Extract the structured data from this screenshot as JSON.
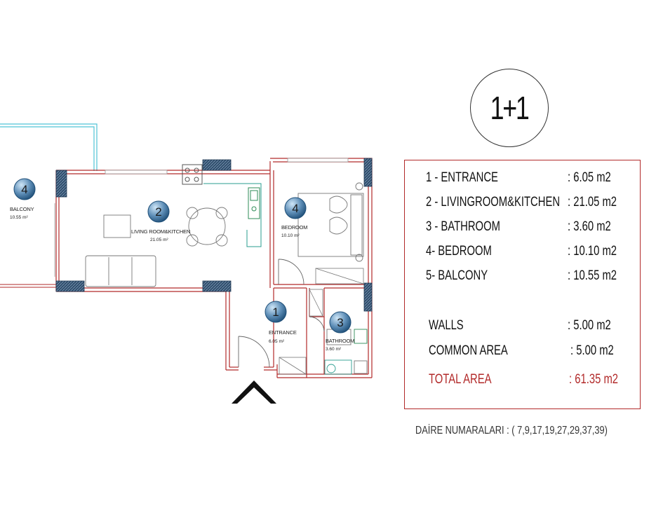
{
  "apartment_type": "1+1",
  "plan": {
    "rooms": [
      {
        "number": "4",
        "name": "BALCONY",
        "area": "10.55 m²"
      },
      {
        "number": "2",
        "name": "LIVING ROOM&KITCHEN",
        "area": "21.05 m²"
      },
      {
        "number": "4",
        "name": "BEDROOM",
        "area": "10.10 m²"
      },
      {
        "number": "1",
        "name": "ENTRANCE",
        "area": "6.05 m²"
      },
      {
        "number": "3",
        "name": "BATHROOM",
        "area": "3.60 m²"
      }
    ]
  },
  "legend": {
    "rows": [
      {
        "label": "1 - ENTRANCE",
        "value": ": 6.05 m2"
      },
      {
        "label": "2 - LIVINGROOM&KITCHEN",
        "value": ": 21.05 m2"
      },
      {
        "label": "3 - BATHROOM",
        "value": ": 3.60 m2"
      },
      {
        "label": "4- BEDROOM",
        "value": ": 10.10 m2"
      },
      {
        "label": "5- BALCONY",
        "value": ": 10.55 m2"
      },
      {
        "label": "WALLS",
        "value": ": 5.00 m2"
      },
      {
        "label": "COMMON AREA",
        "value": ": 5.00 m2"
      },
      {
        "label": "TOTAL AREA",
        "value": ": 61.35 m2"
      }
    ]
  },
  "apartment_numbers": "DAİRE NUMARALARI : ( 7,9,17,19,27,29,37,39)",
  "colors": {
    "wall": "#b22a2a",
    "badge_dark": "#1f4f78",
    "badge_light": "#9fc9e8",
    "column": "#33506e",
    "balcony_rail": "#4fc3d6",
    "fixture_green": "#2e8b57"
  }
}
